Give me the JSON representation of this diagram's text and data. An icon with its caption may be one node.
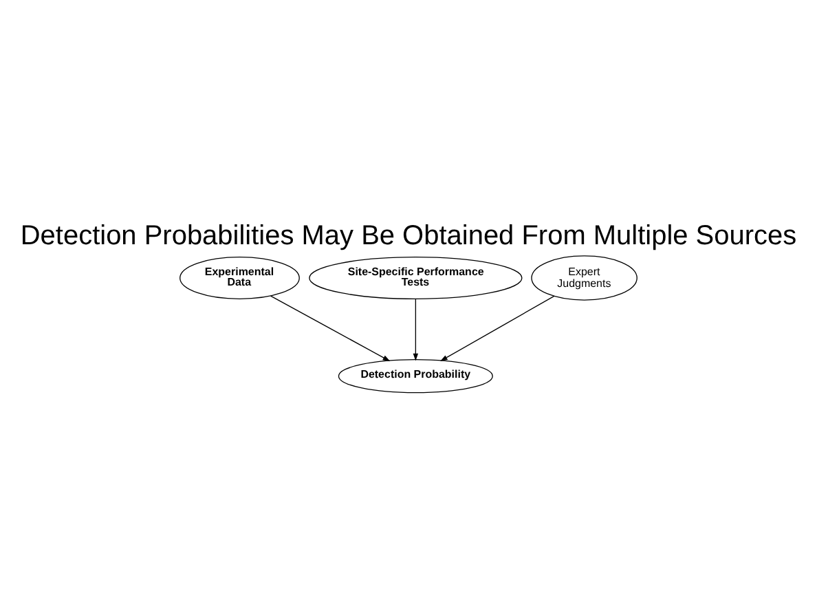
{
  "diagram": {
    "title": "Detection Probabilities May Be Obtained From Multiple Sources",
    "nodes": [
      {
        "text": [
          "Experimental Data"
        ]
      },
      {
        "text": [
          "Site-Specific Performance Tests"
        ]
      },
      {
        "text": [
          "Expert Judgments"
        ]
      },
      {
        "text": [
          "Detection Probability"
        ]
      }
    ],
    "edges": [
      {
        "from": 0,
        "to": 3,
        "arrow": "to"
      },
      {
        "from": 1,
        "to": 3,
        "arrow": "to"
      },
      {
        "from": 2,
        "to": 3,
        "arrow": "to"
      }
    ]
  }
}
